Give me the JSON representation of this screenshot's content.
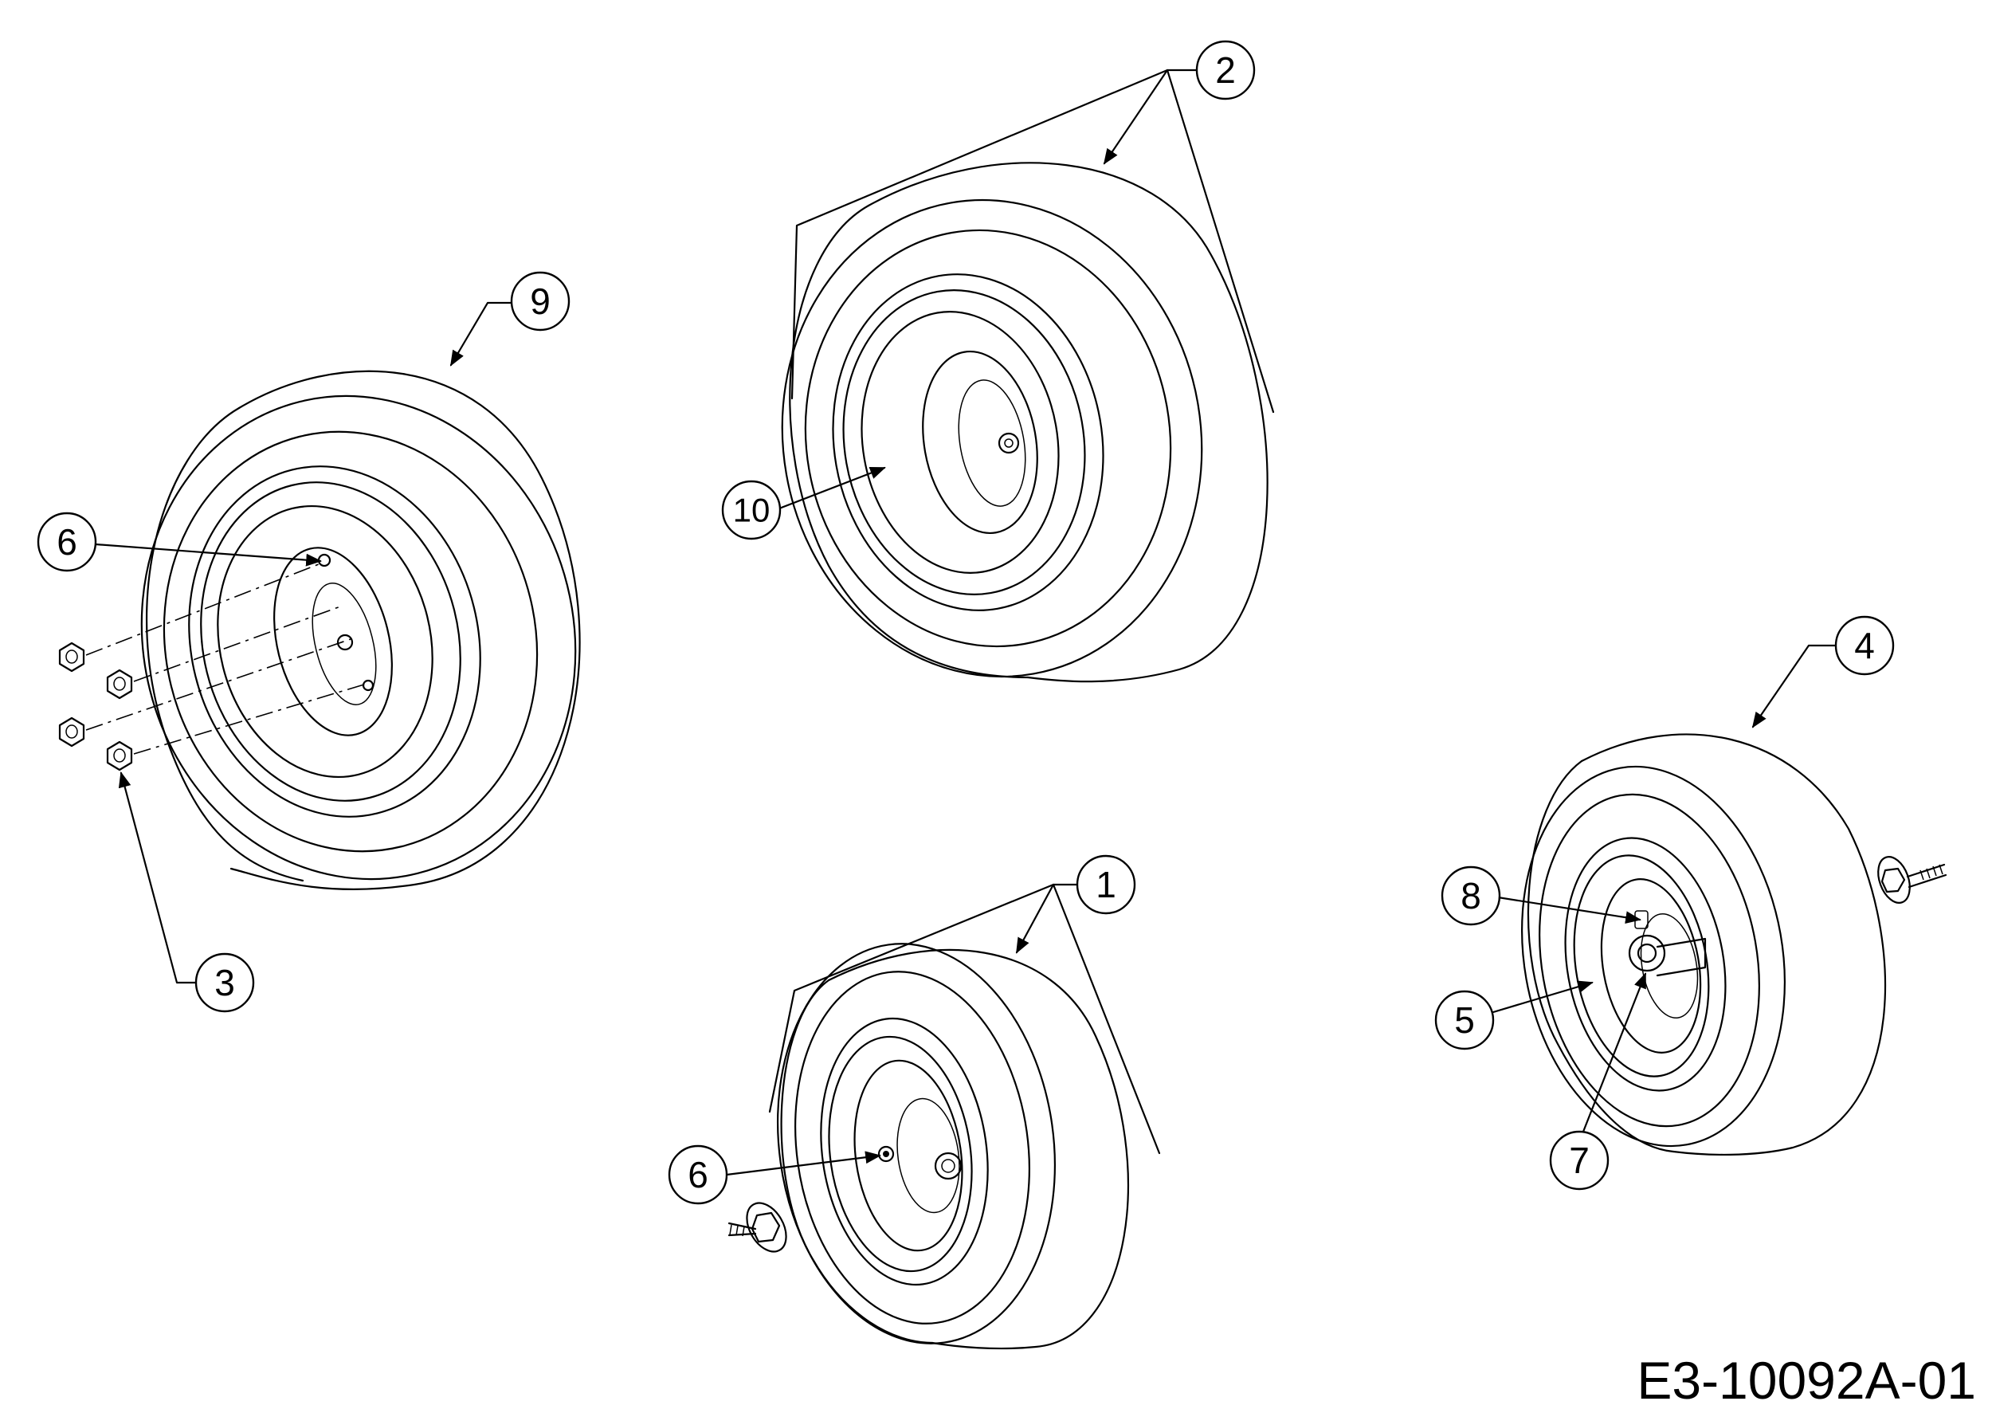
{
  "drawing_code": "E3-10092A-01",
  "callouts": [
    {
      "label": "1"
    },
    {
      "label": "2"
    },
    {
      "label": "3"
    },
    {
      "label": "4"
    },
    {
      "label": "5"
    },
    {
      "label": "6"
    },
    {
      "label": "6"
    },
    {
      "label": "7"
    },
    {
      "label": "8"
    },
    {
      "label": "9"
    },
    {
      "label": "10"
    }
  ]
}
